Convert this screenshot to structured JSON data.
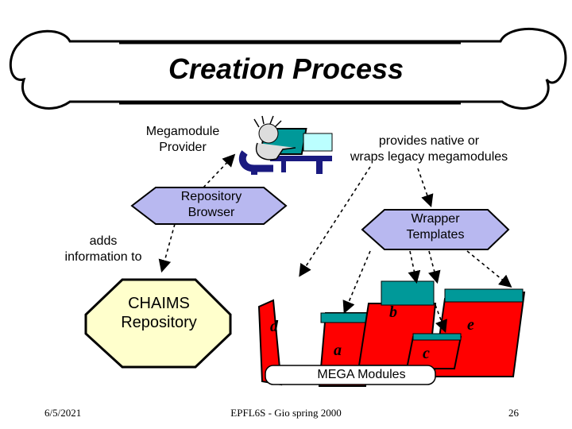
{
  "title": "Creation Process",
  "labels": {
    "megamodule_provider": "Megamodule\nProvider",
    "provides": "provides native or\nwraps legacy megamodules",
    "repository_browser": "Repository\nBrowser",
    "wrapper_templates": "Wrapper\nTemplates",
    "adds_information": "adds\ninformation to",
    "chaims_repository": "CHAIMS\nRepository",
    "mega_modules": "MEGA Modules"
  },
  "module_letters": [
    "d",
    "a",
    "b",
    "c",
    "e"
  ],
  "footer": {
    "date": "6/5/2021",
    "course": "EPFL6S -  Gio spring 2000",
    "page": "26"
  },
  "colors": {
    "hexagon_fill": "#b8b8f0",
    "chaims_fill": "#ffffcc",
    "module_red": "#ff0000",
    "module_teal": "#009999"
  }
}
